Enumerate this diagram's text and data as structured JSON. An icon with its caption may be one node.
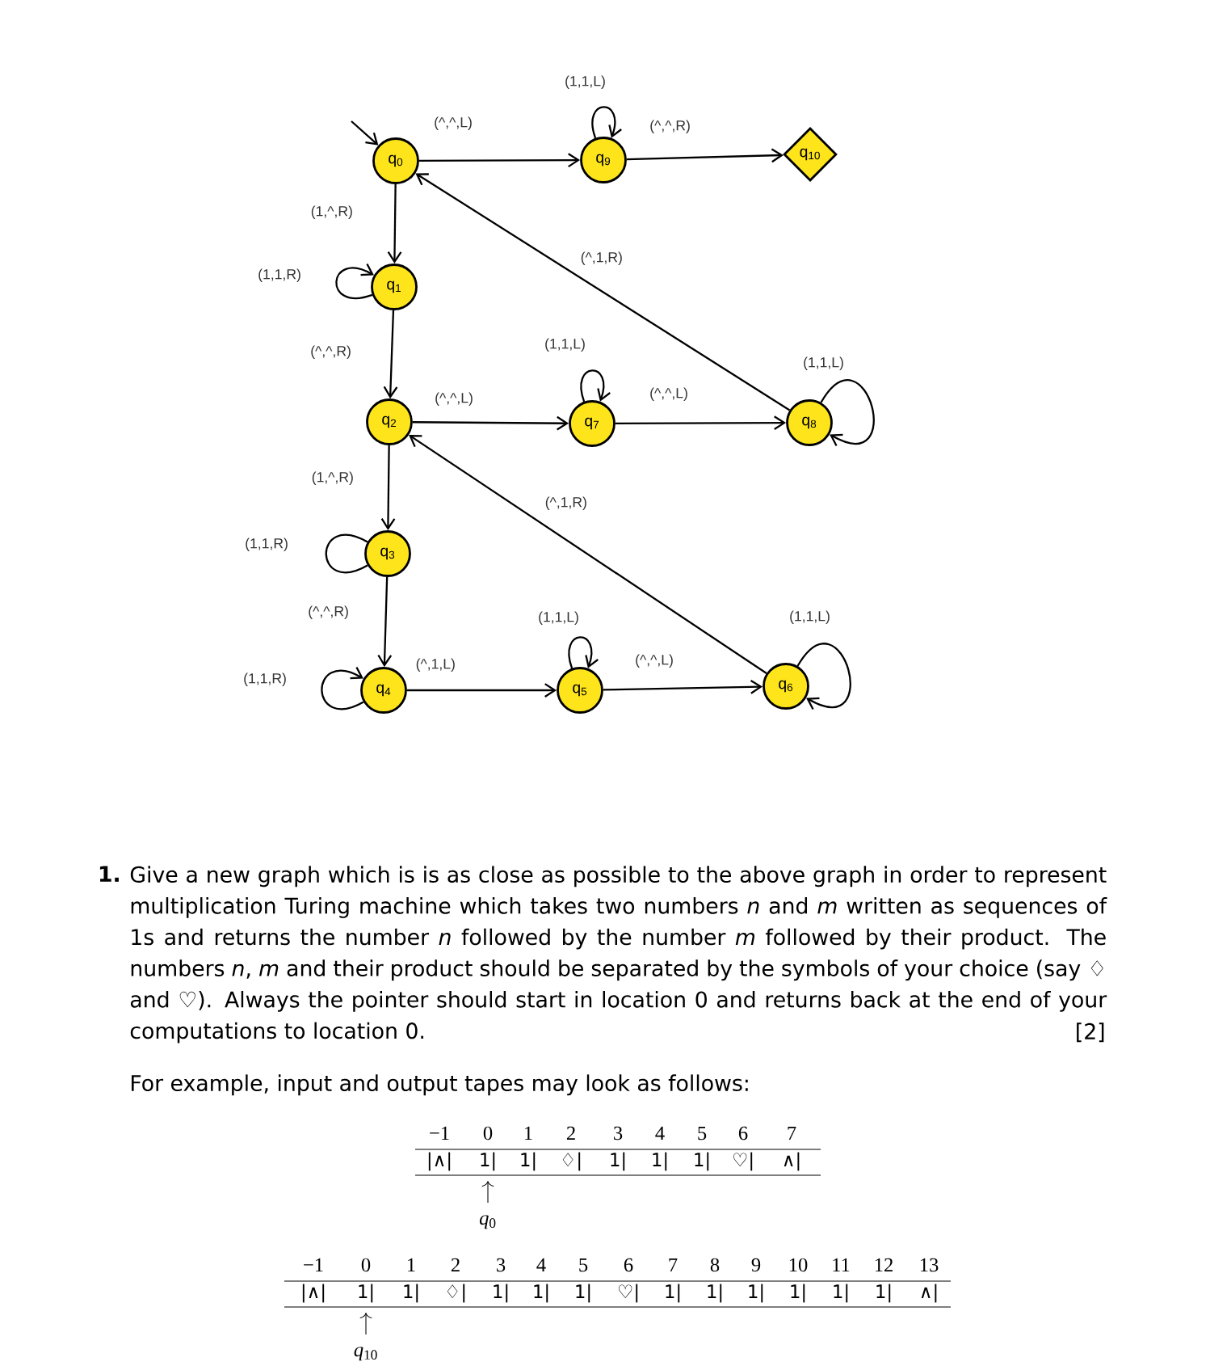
{
  "diagram": {
    "nodes": [
      {
        "text": [
          "q$_{0}$"
        ]
      },
      {
        "text": [
          "q$_{1}$"
        ]
      },
      {
        "text": [
          "q$_{2}$"
        ]
      },
      {
        "text": [
          "q$_{3}$"
        ]
      },
      {
        "text": [
          "q$_{4}$"
        ]
      },
      {
        "text": [
          "q$_{5}$"
        ]
      },
      {
        "text": [
          "q$_{6}$"
        ]
      },
      {
        "text": [
          "q$_{7}$"
        ]
      },
      {
        "text": [
          "q$_{8}$"
        ]
      },
      {
        "text": [
          "q$_{9}$"
        ]
      },
      {
        "text": [
          "q$_{10}$"
        ]
      }
    ],
    "edges": [
      {
        "from": null,
        "to": 0,
        "arrow": "to"
      },
      {
        "from": 0,
        "to": 9,
        "arrow": "to",
        "label": "(^,^,L)"
      },
      {
        "from": 9,
        "to": 9,
        "arrow": "to",
        "label": "(1,1,L)"
      },
      {
        "from": 9,
        "to": 10,
        "arrow": "to",
        "label": "(^,^,R)"
      },
      {
        "from": 0,
        "to": 1,
        "arrow": "to",
        "label": "(1,^,R)"
      },
      {
        "from": 1,
        "to": 1,
        "arrow": "to",
        "label": "(1,1,R)"
      },
      {
        "from": 8,
        "to": 0,
        "arrow": "to",
        "label": "(^,1,R)"
      },
      {
        "from": 1,
        "to": 2,
        "arrow": "to",
        "label": "(^,^,R)"
      },
      {
        "from": 7,
        "to": 7,
        "arrow": "to",
        "label": "(1,1,L)"
      },
      {
        "from": 2,
        "to": 7,
        "arrow": "to",
        "label": "(^,^,L)"
      },
      {
        "from": 7,
        "to": 8,
        "arrow": "to",
        "label": "(^,^,L)"
      },
      {
        "from": 8,
        "to": 8,
        "arrow": "to",
        "label": "(1,1,L)"
      },
      {
        "from": 2,
        "to": 3,
        "arrow": "to",
        "label": "(1,^,R)"
      },
      {
        "from": 6,
        "to": 2,
        "arrow": "to",
        "label": "(^,1,R)"
      },
      {
        "from": 3,
        "to": 3,
        "arrow": "none",
        "label": "(1,1,R)"
      },
      {
        "from": 3,
        "to": 4,
        "arrow": "to",
        "label": "(^,^,R)"
      },
      {
        "from": 5,
        "to": 5,
        "arrow": "to",
        "label": "(1,1,L)"
      },
      {
        "from": 6,
        "to": 6,
        "arrow": "to",
        "label": "(1,1,L)"
      },
      {
        "from": 4,
        "to": 5,
        "arrow": "to",
        "label": "(^,1,L)"
      },
      {
        "from": 5,
        "to": 6,
        "arrow": "to",
        "label": "(^,^,L)"
      },
      {
        "from": 4,
        "to": 4,
        "arrow": "to",
        "label": "(1,1,R)"
      }
    ],
    "labels": [
      "1.",
      "Give a new graph which is is as close as possible to the above graph in order to represent multiplication Turing machine which takes two numbers *n* and *m* written as sequences of 1s and returns the number *n* followed by the number *m* followed by their product. The numbers *n*, *m* and their product should be separated by the symbols of your choice (say ♢ and ♡). Always the pointer should start in location 0 and returns back at the end of your computations to location 0.",
      "[2]",
      "For example, input and output tapes may look as follows:",
      "−1",
      "0",
      "1",
      "2",
      "3",
      "4",
      "5",
      "6",
      "7",
      "|∧|",
      "1|",
      "1|",
      "♢|",
      "1|",
      "1|",
      "1|",
      "♡|",
      "∧|",
      "*q*$_{0}$",
      "−1",
      "0",
      "1",
      "2",
      "3",
      "4",
      "5",
      "6",
      "7",
      "8",
      "9",
      "10",
      "11",
      "12",
      "13",
      "|∧|",
      "1|",
      "1|",
      "♢|",
      "1|",
      "1|",
      "1|",
      "♡|",
      "1|",
      "1|",
      "1|",
      "1|",
      "1|",
      "1|",
      "∧|",
      "*q*$_{10}$"
    ]
  }
}
